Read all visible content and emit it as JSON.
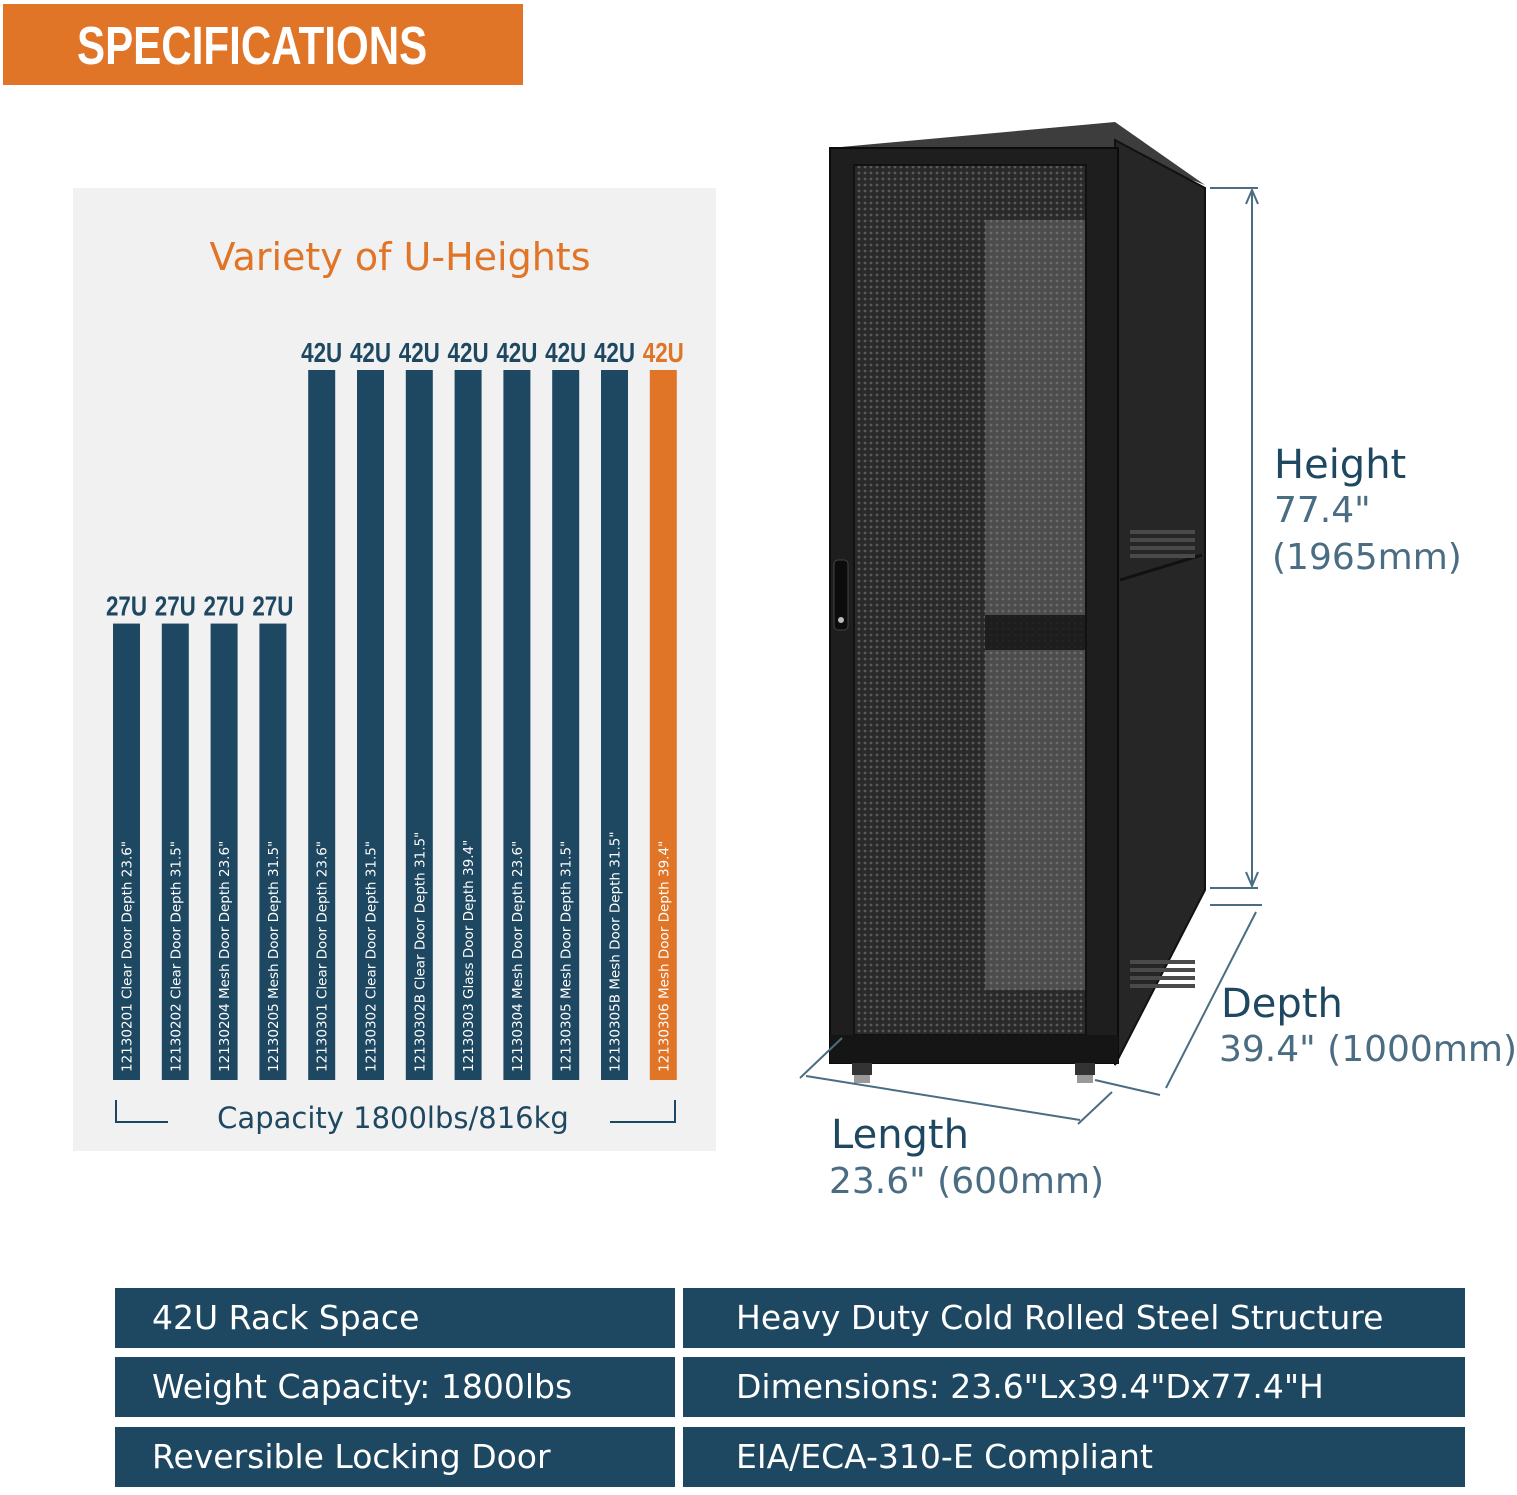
{
  "banner": {
    "title": "SPECIFICATIONS"
  },
  "colors": {
    "orange": "#e07427",
    "navy": "#1e4861",
    "panel": "#f1f1f1"
  },
  "chart_data": {
    "type": "bar",
    "title": "Variety of U-Heights",
    "value_labels": [
      "27U",
      "27U",
      "27U",
      "27U",
      "42U",
      "42U",
      "42U",
      "42U",
      "42U",
      "42U",
      "42U",
      "42U"
    ],
    "values": [
      27,
      27,
      27,
      27,
      42,
      42,
      42,
      42,
      42,
      42,
      42,
      42
    ],
    "categories": [
      "12130201  Clear Door  Depth 23.6\"",
      "12130202  Clear Door  Depth 31.5\"",
      "12130204  Mesh Door  Depth 23.6\"",
      "12130205  Mesh Door  Depth 31.5\"",
      "12130301  Clear Door  Depth 23.6\"",
      "12130302  Clear Door  Depth 31.5\"",
      "12130302B  Clear Door  Depth 31.5\"",
      "12130303  Glass Door  Depth 39.4\"",
      "12130304  Mesh Door  Depth 23.6\"",
      "12130305  Mesh Door  Depth 31.5\"",
      "12130305B  Mesh Door  Depth 31.5\"",
      "12130306  Mesh Door  Depth 39.4\""
    ],
    "highlight_index": 11,
    "footer": "Capacity 1800lbs/816kg",
    "ylim": [
      0,
      42
    ],
    "grid": false
  },
  "dimensions": {
    "height": {
      "label": "Height",
      "inch": "77.4\"",
      "mm": "(1965mm)"
    },
    "depth": {
      "label": "Depth",
      "value": "39.4\" (1000mm)"
    },
    "length": {
      "label": "Length",
      "value": "23.6\" (600mm)"
    }
  },
  "specs": [
    {
      "left": "42U Rack Space",
      "right": "Heavy Duty Cold Rolled Steel Structure"
    },
    {
      "left": "Weight Capacity: 1800lbs",
      "right": "Dimensions: 23.6\"Lx39.4\"Dx77.4\"H"
    },
    {
      "left": "Reversible Locking Door",
      "right": "EIA/ECA-310-E Compliant"
    }
  ]
}
